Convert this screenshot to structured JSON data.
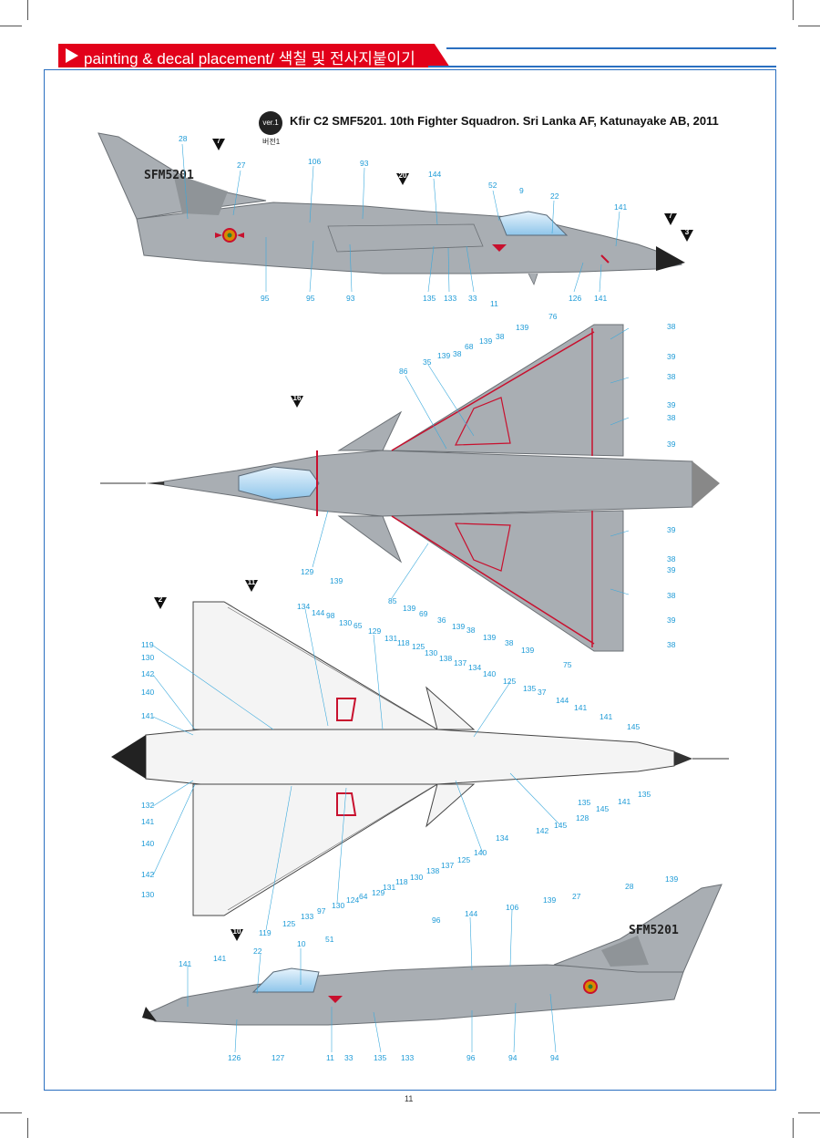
{
  "header": {
    "title": "painting & decal placement/ 색칠 및 전사지붙이기"
  },
  "version": {
    "badge": "ver.1",
    "sub": "버전1"
  },
  "title": "Kfir C2 SMF5201. 10th Fighter Squadron. Sri Lanka AF, Katunayake AB, 2011",
  "page_number": "11",
  "registration": "SFM5201",
  "colors": {
    "header_red": "#e2001a",
    "frame_blue": "#2a6fc0",
    "label_blue": "#1e9bd7",
    "aircraft_gray": "#a9aeb3",
    "aircraft_line": "#6b7075",
    "canopy_blue": "#bfe0f5",
    "red_trim": "#c8102e",
    "marker_black": "#111111"
  },
  "views": {
    "left_side": {
      "markers": [
        "7",
        "20",
        "7",
        "3"
      ],
      "top_labels": [
        "28",
        "27",
        "106",
        "93",
        "144",
        "52",
        "9",
        "22",
        "141"
      ],
      "bottom_labels": [
        "95",
        "95",
        "93",
        "135",
        "133",
        "33",
        "11",
        "126",
        "141"
      ]
    },
    "top": {
      "markers": [
        "16"
      ],
      "labels_upper": [
        "76",
        "139",
        "38",
        "139",
        "68",
        "38",
        "139",
        "35",
        "86",
        "38",
        "39",
        "38",
        "39",
        "38",
        "39"
      ],
      "labels_lower": [
        "129",
        "139",
        "85",
        "139",
        "69",
        "36",
        "139",
        "38",
        "139",
        "38",
        "139",
        "75",
        "39",
        "38",
        "39",
        "38",
        "39",
        "38"
      ]
    },
    "bottom": {
      "markers": [
        "2",
        "11",
        "10"
      ],
      "labels_top": [
        "134",
        "144",
        "98",
        "130",
        "65",
        "129",
        "131",
        "118",
        "125",
        "130",
        "138",
        "137",
        "134",
        "140",
        "125",
        "135",
        "37",
        "144",
        "141",
        "141",
        "145"
      ],
      "labels_left": [
        "119",
        "130",
        "142",
        "140",
        "141",
        "132",
        "141",
        "140",
        "142",
        "130"
      ],
      "labels_bottom": [
        "119",
        "125",
        "133",
        "97",
        "130",
        "124",
        "64",
        "129",
        "131",
        "118",
        "130",
        "138",
        "137",
        "125",
        "140",
        "134",
        "142",
        "145",
        "128",
        "135",
        "145",
        "141",
        "135"
      ]
    },
    "right_side": {
      "top_labels": [
        "28",
        "139",
        "139",
        "27",
        "106",
        "144",
        "96",
        "51",
        "10",
        "22",
        "141",
        "141"
      ],
      "bottom_labels": [
        "126",
        "127",
        "11",
        "33",
        "135",
        "133",
        "96",
        "94",
        "94"
      ]
    }
  }
}
